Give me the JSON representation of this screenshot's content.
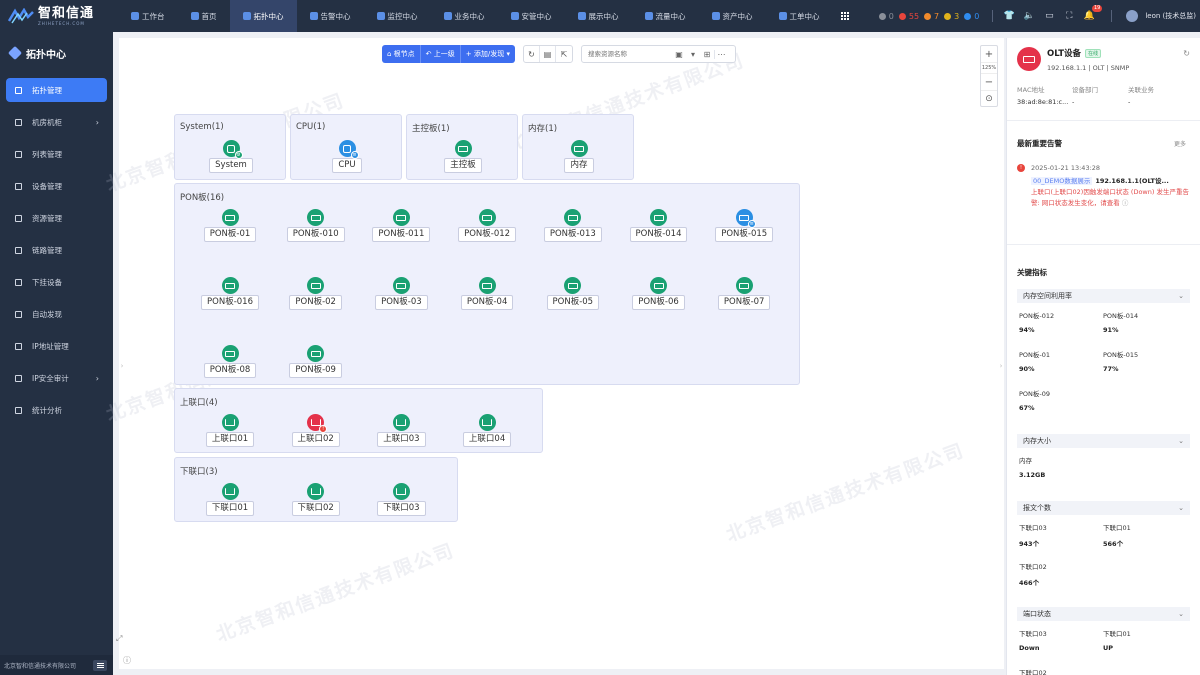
{
  "brand": {
    "name": "智和信通",
    "sub": "ZHIHETECH.COM"
  },
  "nav": [
    {
      "label": "工作台"
    },
    {
      "label": "首页"
    },
    {
      "label": "拓扑中心",
      "active": true
    },
    {
      "label": "告警中心"
    },
    {
      "label": "监控中心"
    },
    {
      "label": "业务中心"
    },
    {
      "label": "安管中心"
    },
    {
      "label": "展示中心"
    },
    {
      "label": "流量中心"
    },
    {
      "label": "资产中心"
    },
    {
      "label": "工单中心"
    }
  ],
  "alarm_counts": [
    {
      "value": "0",
      "color": "#8a8f99"
    },
    {
      "value": "55",
      "color": "#e8453c"
    },
    {
      "value": "7",
      "color": "#f08a2c"
    },
    {
      "value": "3",
      "color": "#e0b21c"
    },
    {
      "value": "0",
      "color": "#2f8cf0"
    }
  ],
  "notifications": "19",
  "user": "leon (技术总监)",
  "sidebar": {
    "title": "拓扑中心",
    "items": [
      {
        "label": "拓扑管理",
        "active": true
      },
      {
        "label": "机房机柜",
        "chevron": "›"
      },
      {
        "label": "列表管理"
      },
      {
        "label": "设备管理"
      },
      {
        "label": "资源管理"
      },
      {
        "label": "链路管理"
      },
      {
        "label": "下挂设备"
      },
      {
        "label": "自动发现"
      },
      {
        "label": "IP地址管理"
      },
      {
        "label": "IP安全审计",
        "chevron": "›"
      },
      {
        "label": "统计分析"
      }
    ],
    "footer": "北京智和信通技术有限公司"
  },
  "toolbar": {
    "root": "根节点",
    "up": "上一级",
    "add": "添加/发现",
    "search_placeholder": "搜索资源名称",
    "zoom_in": "+",
    "zoom_level": "125%",
    "zoom_out": "−"
  },
  "watermark": "北京智和信通技术有限公司",
  "groups": [
    {
      "title": "System(1)",
      "nodes": [
        {
          "label": "System",
          "kind": "cpu",
          "color": "#1aa173",
          "mini": "gear"
        }
      ]
    },
    {
      "title": "CPU(1)",
      "nodes": [
        {
          "label": "CPU",
          "kind": "cpu",
          "color": "#2b8fe3",
          "mini": "blue"
        }
      ]
    },
    {
      "title": "主控板(1)",
      "nodes": [
        {
          "label": "主控板",
          "kind": "board",
          "color": "#1aa173"
        }
      ]
    },
    {
      "title": "内存(1)",
      "nodes": [
        {
          "label": "内存",
          "kind": "board",
          "color": "#1aa173"
        }
      ]
    },
    {
      "title": "PON板(16)",
      "nodes": [
        {
          "label": "PON板-01",
          "kind": "board",
          "color": "#1aa173"
        },
        {
          "label": "PON板-010",
          "kind": "board",
          "color": "#1aa173"
        },
        {
          "label": "PON板-011",
          "kind": "board",
          "color": "#1aa173"
        },
        {
          "label": "PON板-012",
          "kind": "board",
          "color": "#1aa173"
        },
        {
          "label": "PON板-013",
          "kind": "board",
          "color": "#1aa173"
        },
        {
          "label": "PON板-014",
          "kind": "board",
          "color": "#1aa173"
        },
        {
          "label": "PON板-015",
          "kind": "board",
          "color": "#2b8fe3",
          "mini": "blue"
        },
        {
          "label": "PON板-016",
          "kind": "board",
          "color": "#1aa173"
        },
        {
          "label": "PON板-02",
          "kind": "board",
          "color": "#1aa173"
        },
        {
          "label": "PON板-03",
          "kind": "board",
          "color": "#1aa173"
        },
        {
          "label": "PON板-04",
          "kind": "board",
          "color": "#1aa173"
        },
        {
          "label": "PON板-05",
          "kind": "board",
          "color": "#1aa173"
        },
        {
          "label": "PON板-06",
          "kind": "board",
          "color": "#1aa173"
        },
        {
          "label": "PON板-07",
          "kind": "board",
          "color": "#1aa173"
        },
        {
          "label": "PON板-08",
          "kind": "board",
          "color": "#1aa173"
        },
        {
          "label": "PON板-09",
          "kind": "board",
          "color": "#1aa173"
        }
      ]
    },
    {
      "title": "上联口(4)",
      "nodes": [
        {
          "label": "上联口01",
          "kind": "port",
          "color": "#1aa173"
        },
        {
          "label": "上联口02",
          "kind": "port",
          "color": "#e4324a",
          "mini": "red"
        },
        {
          "label": "上联口03",
          "kind": "port",
          "color": "#1aa173"
        },
        {
          "label": "上联口04",
          "kind": "port",
          "color": "#1aa173"
        }
      ]
    },
    {
      "title": "下联口(3)",
      "nodes": [
        {
          "label": "下联口01",
          "kind": "port",
          "color": "#1aa173"
        },
        {
          "label": "下联口02",
          "kind": "port",
          "color": "#1aa173"
        },
        {
          "label": "下联口03",
          "kind": "port",
          "color": "#1aa173"
        }
      ]
    }
  ],
  "panel": {
    "device_name": "OLT设备",
    "status": "在线",
    "sub": "192.168.1.1 | OLT | SNMP",
    "mac_label": "MAC地址",
    "mac_value": "38:ad:8e:81:c...",
    "dept_label": "设备部门",
    "dept_value": "-",
    "biz_label": "关联业务",
    "biz_value": "-",
    "alarm_title": "最新重要告警",
    "more": "更多",
    "alarm": {
      "time": "2025-01-21 13:43:28",
      "tag": "00_DEMO数据展示",
      "device": "192.168.1.1(OLT设...",
      "message": "上联口(上联口02)因触发端口状态 (Down) 发生严重告警: 网口状态发生变化，请查看"
    },
    "metrics_title": "关键指标",
    "sections": [
      {
        "title": "内存空间利用率",
        "items": [
          {
            "label": "PON板-012",
            "value": "94%"
          },
          {
            "label": "PON板-014",
            "value": "91%"
          },
          {
            "label": "PON板-01",
            "value": "90%"
          },
          {
            "label": "PON板-015",
            "value": "77%"
          },
          {
            "label": "PON板-09",
            "value": "67%"
          }
        ]
      },
      {
        "title": "内存大小",
        "items": [
          {
            "label": "内存",
            "value": "3.12GB"
          }
        ]
      },
      {
        "title": "报文个数",
        "items": [
          {
            "label": "下联口03",
            "value": "943个"
          },
          {
            "label": "下联口01",
            "value": "566个"
          },
          {
            "label": "下联口02",
            "value": "466个"
          }
        ]
      },
      {
        "title": "端口状态",
        "items": [
          {
            "label": "下联口03",
            "value": "Down"
          },
          {
            "label": "下联口01",
            "value": "UP"
          },
          {
            "label": "下联口02",
            "value": ""
          }
        ]
      }
    ]
  }
}
